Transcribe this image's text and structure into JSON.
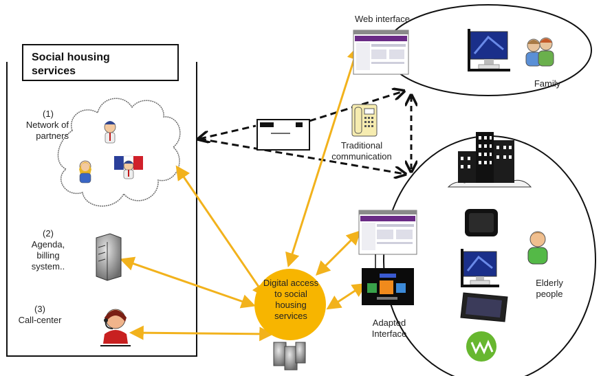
{
  "social_housing": {
    "title_line1": "Social housing",
    "title_line2": "services"
  },
  "left_items": {
    "network": {
      "number": "(1)",
      "line1": "Network of",
      "line2": "partners"
    },
    "agenda": {
      "number": "(2)",
      "line1": "Agenda,",
      "line2": "billing",
      "line3": "system.."
    },
    "callcenter": {
      "number": "(3)",
      "line1": "Call-center"
    }
  },
  "center": {
    "line1": "Digital access",
    "line2": "to social",
    "line3": "housing",
    "line4": "services"
  },
  "traditional": {
    "line1": "Traditional",
    "line2": "communication"
  },
  "web_interface": "Web interface",
  "family": "Family",
  "elderly": {
    "line1": "Elderly",
    "line2": "people"
  },
  "adapted": {
    "line1": "Adapted",
    "line2": "Interface"
  },
  "colors": {
    "arrow": "#f2b21c",
    "center_fill": "#f7b500",
    "black": "#111111"
  },
  "icons": [
    "person-icon",
    "server-icon",
    "headset-operator-icon",
    "computer-monitor-icon",
    "family-icon",
    "buildings-icon",
    "tablet-icon",
    "elderly-person-icon",
    "telephone-icon",
    "letter-icon",
    "browser-screenshot-icon"
  ]
}
